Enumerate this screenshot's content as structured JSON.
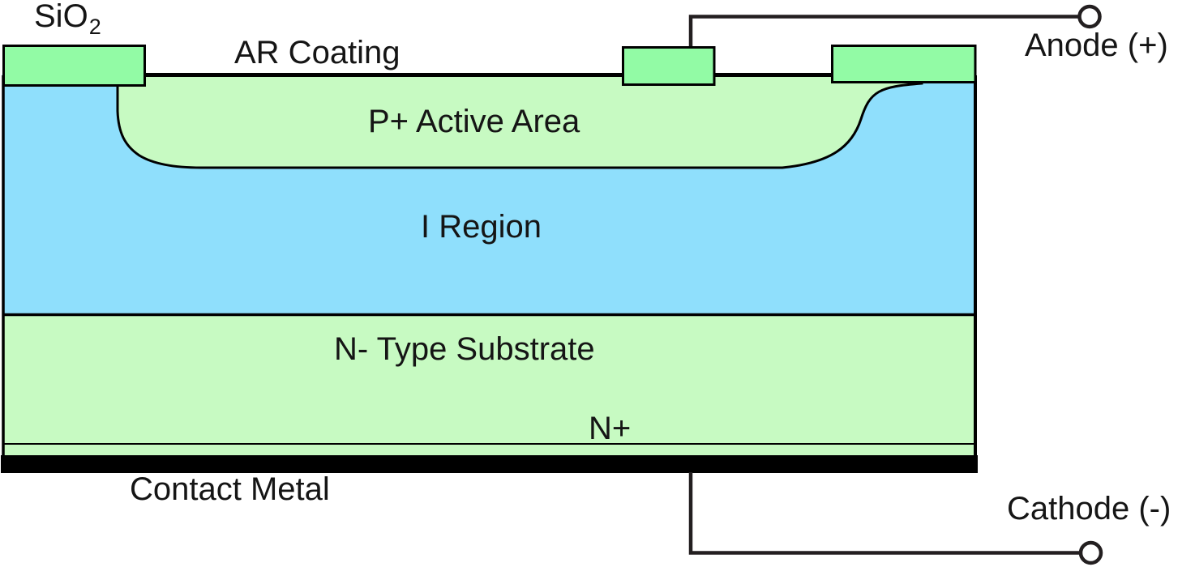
{
  "diagram": {
    "type": "semiconductor-cross-section",
    "labels": {
      "sio2": {
        "base": "SiO",
        "sub": "2"
      },
      "ar_coating": "AR Coating",
      "p_active_area": "P+ Active Area",
      "i_region": "I Region",
      "n_type_substrate": "N- Type Substrate",
      "n_plus": "N+",
      "contact_metal": "Contact Metal",
      "anode": "Anode (+)",
      "cathode": "Cathode (-)"
    },
    "colors": {
      "pad_green": "#92fba5",
      "region_green": "#c7fac2",
      "i_region_blue": "#8fdffc",
      "outline_black": "#000000",
      "wire_dark": "#231f20",
      "contact_metal_black": "#000000",
      "terminal_fill": "#ffffff",
      "background": "#ffffff"
    }
  }
}
